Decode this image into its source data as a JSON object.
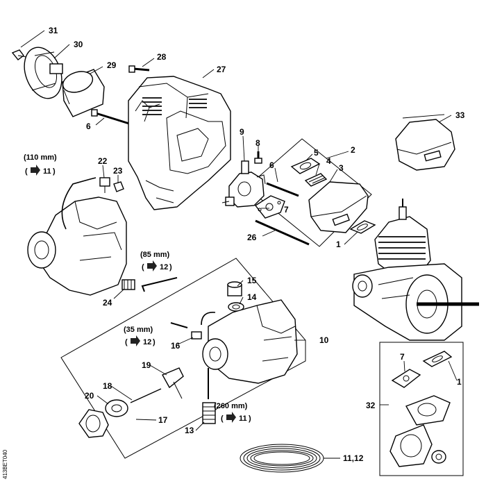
{
  "labels": {
    "l31": "31",
    "l30": "30",
    "l29": "29",
    "l28": "28",
    "l27": "27",
    "l6a": "6",
    "l9": "9",
    "l8": "8",
    "l5": "5",
    "l2": "2",
    "l4": "4",
    "l6b": "6",
    "l3": "3",
    "l33": "33",
    "l22": "22",
    "l23": "23",
    "l7": "7",
    "l26": "26",
    "l1": "1",
    "l15": "15",
    "l14": "14",
    "l24": "24",
    "l16": "16",
    "l10": "10",
    "l19": "19",
    "l18": "18",
    "l20": "20",
    "l17": "17",
    "l13": "13",
    "l1112": "11,12",
    "l32": "32",
    "l7b": "7",
    "l1b": "1"
  },
  "notes": {
    "n110": "(110 mm)",
    "r11a": "11",
    "n85": "(85 mm)",
    "r12a": "12",
    "n35": "(35 mm)",
    "r12b": "12",
    "n260": "(260 mm)",
    "r11b": "11"
  },
  "side_code": "413BET040"
}
